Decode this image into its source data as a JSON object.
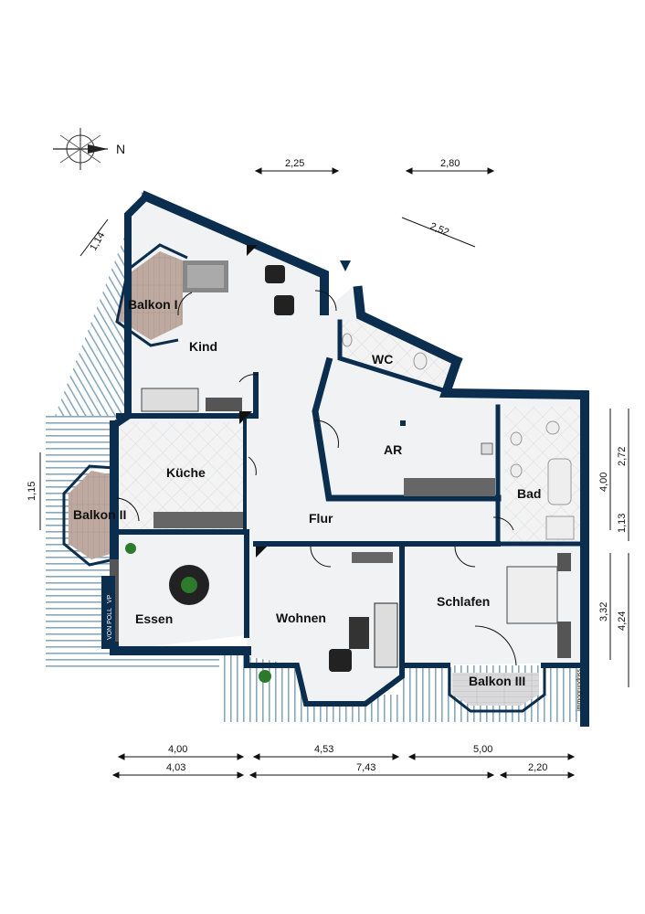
{
  "compass": {
    "label": "N"
  },
  "rooms": {
    "balkon1": "Balkon I",
    "kind": "Kind",
    "wc": "WC",
    "ar": "AR",
    "kueche": "Küche",
    "bad": "Bad",
    "balkon2": "Balkon II",
    "flur": "Flur",
    "essen": "Essen",
    "wohnen": "Wohnen",
    "schlafen": "Schlafen",
    "balkon3": "Balkon III"
  },
  "dimensions": {
    "top_1": "2,25",
    "top_2": "2,80",
    "diag_right": "2,52",
    "diag_left": "1,14",
    "left_1": "1,15",
    "right_1": "4,00",
    "right_2": "2,72",
    "right_3": "1,13",
    "right_4": "3,32",
    "right_5": "4,24",
    "bottom_1": "4,00",
    "bottom_2": "4,53",
    "bottom_3": "5,00",
    "bottom_4": "4,03",
    "bottom_5": "7,43",
    "bottom_6": "2,20"
  },
  "branding": {
    "logo_text": "VON POLL",
    "logo_mark": "VP",
    "credit": "immogrundriss"
  },
  "colors": {
    "wall": "#0b2d4e",
    "balcony_hatch": "#7fa1b9",
    "floor": "#f0f2f4",
    "wood_floor": "#b8a59c"
  }
}
